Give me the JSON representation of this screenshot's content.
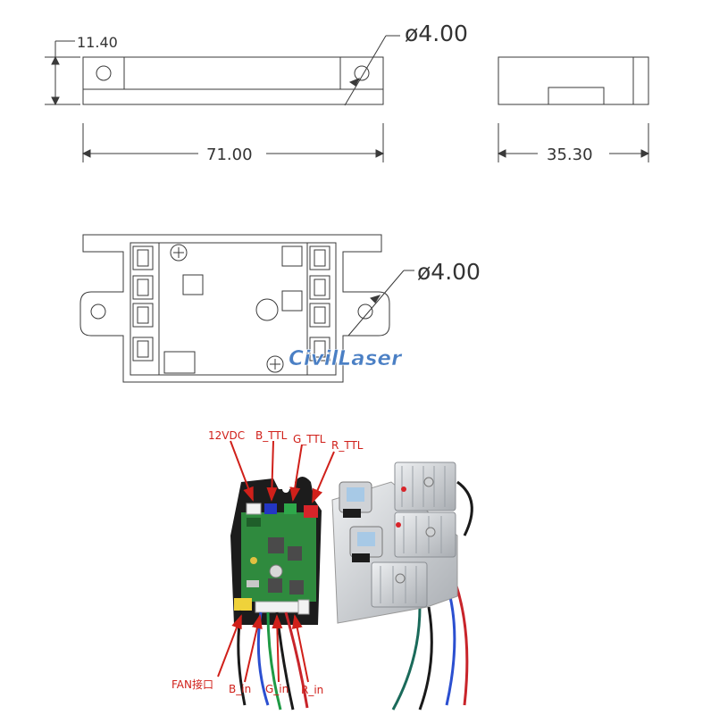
{
  "dimensions": {
    "height": "11.40",
    "hole_top": "ø4.00",
    "length": "71.00",
    "depth": "35.30",
    "hole_bottom": "ø4.00"
  },
  "watermark": "CivilLaser",
  "connector_labels": {
    "power": "12VDC",
    "blue_ttl": "B_TTL",
    "green_ttl": "G_TTL",
    "red_ttl": "R_TTL",
    "fan": "FAN接口",
    "blue_in": "B_in",
    "green_in": "G_in",
    "red_in": "R_in"
  },
  "colors": {
    "line": "#3a3a3a",
    "label": "#d0201a",
    "pcb": "#2f8a3e",
    "heatsink": "#c9ccd0",
    "logo": "#4a7fc4"
  }
}
